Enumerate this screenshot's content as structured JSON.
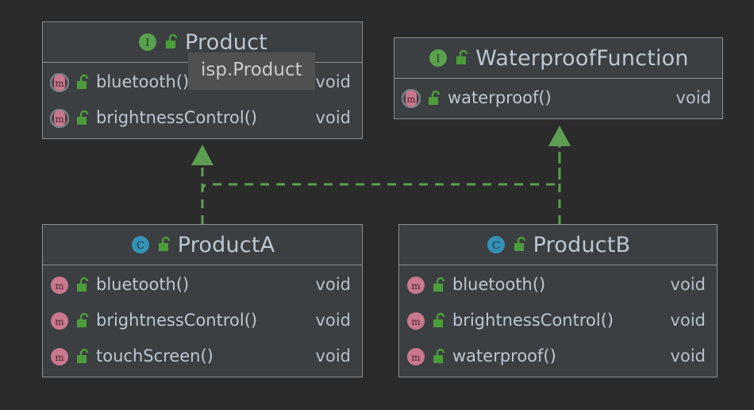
{
  "theme": {
    "background": "#2b2b2b",
    "node_fill": "#3c3f41",
    "node_border": "#8c8f91",
    "text": "#bdc7d2",
    "interface_icon": "#59a14f",
    "class_icon": "#3592b5",
    "method_icon": "#c9788d",
    "lock_icon": "#4c9c3c",
    "edge": "#5d9e52",
    "tooltip_fill": "#4e5052"
  },
  "tooltip": {
    "text": "isp.Product"
  },
  "nodes": [
    {
      "id": "product",
      "name": "Product",
      "stereotype": "interface",
      "icon": "interface-icon",
      "visibility_icon": "unlock-icon",
      "members": [
        {
          "icon": "abstract-method-icon",
          "visibility_icon": "unlock-icon",
          "name": "bluetooth()",
          "type": "void"
        },
        {
          "icon": "abstract-method-icon",
          "visibility_icon": "unlock-icon",
          "name": "brightnessControl()",
          "type": "void"
        }
      ]
    },
    {
      "id": "waterproof",
      "name": "WaterproofFunction",
      "stereotype": "interface",
      "icon": "interface-icon",
      "visibility_icon": "unlock-icon",
      "members": [
        {
          "icon": "abstract-method-icon",
          "visibility_icon": "unlock-icon",
          "name": "waterproof()",
          "type": "void"
        }
      ]
    },
    {
      "id": "producta",
      "name": "ProductA",
      "stereotype": "class",
      "icon": "class-icon",
      "visibility_icon": "unlock-icon",
      "members": [
        {
          "icon": "method-icon",
          "visibility_icon": "unlock-icon",
          "name": "bluetooth()",
          "type": "void"
        },
        {
          "icon": "method-icon",
          "visibility_icon": "unlock-icon",
          "name": "brightnessControl()",
          "type": "void"
        },
        {
          "icon": "method-icon",
          "visibility_icon": "unlock-icon",
          "name": "touchScreen()",
          "type": "void"
        }
      ]
    },
    {
      "id": "productb",
      "name": "ProductB",
      "stereotype": "class",
      "icon": "class-icon",
      "visibility_icon": "unlock-icon",
      "members": [
        {
          "icon": "method-icon",
          "visibility_icon": "unlock-icon",
          "name": "bluetooth()",
          "type": "void"
        },
        {
          "icon": "method-icon",
          "visibility_icon": "unlock-icon",
          "name": "brightnessControl()",
          "type": "void"
        },
        {
          "icon": "method-icon",
          "visibility_icon": "unlock-icon",
          "name": "waterproof()",
          "type": "void"
        }
      ]
    }
  ],
  "edges": [
    {
      "id": "edge-producta-product",
      "from": "producta",
      "to": "product",
      "kind": "realization",
      "style": "dashed",
      "arrow": "hollow-triangle-filled"
    },
    {
      "id": "edge-productb-product",
      "from": "productb",
      "to": "product",
      "kind": "realization",
      "style": "dashed",
      "arrow": "none"
    },
    {
      "id": "edge-productb-waterproof",
      "from": "productb",
      "to": "waterproof",
      "kind": "realization",
      "style": "dashed",
      "arrow": "hollow-triangle-filled"
    }
  ]
}
